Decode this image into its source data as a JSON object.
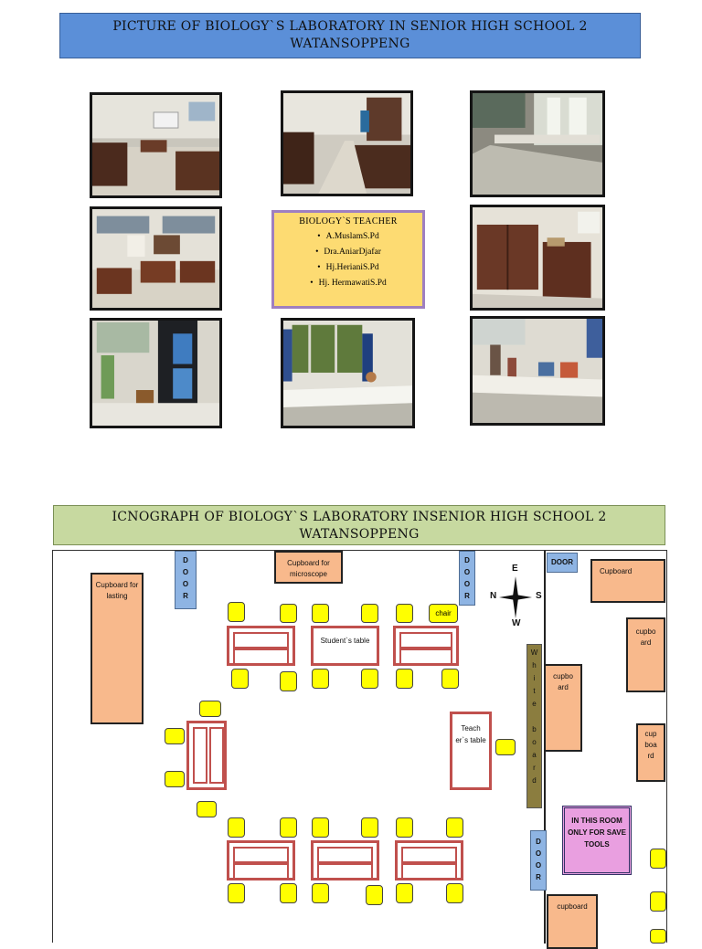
{
  "top_title": "PICTURE OF BIOLOGY`S LABORATORY IN SENIOR HIGH SCHOOL 2 WATANSOPPENG",
  "teachers": {
    "heading": "BIOLOGY`S TEACHER",
    "names": [
      "A.MuslamS.Pd",
      "Dra.AniarDjafar",
      "Hj.HerianiS.Pd",
      "Hj. HermawatiS.Pd"
    ]
  },
  "plan_title": "ICNOGRAPH OF BIOLOGY`S LABORATORY INSENIOR HIGH SCHOOL 2 WATANSOPPENG",
  "plan": {
    "cupboard_lasting": "Cupboard for lasting",
    "cupboard_microscope": "Cupboard for microscope",
    "door_vertical": "D\nO\nO\nR",
    "door_horizontal": "DOOR",
    "cupboard_right_top": "Cupboard",
    "cupboard_right_2": "cupbo ard",
    "cupboard_mid": "cupbo ard",
    "cupboard_right_3": "cup boa rd",
    "cupboard_bottom": "cupboard",
    "chair": "chair",
    "students_table": "Student`s table",
    "teachers_table": "Teach er`s table",
    "whiteboard": "W\nh\ni\nt\ne\n \nb\no\na\nr\nd",
    "tools_room": "IN THIS ROOM ONLY FOR SAVE TOOLS",
    "compass": {
      "n": "N",
      "e": "E",
      "s": "S",
      "w": "W"
    }
  },
  "colors": {
    "top_title_bg": "#5b8fd8",
    "plan_title_bg": "#c7d9a0",
    "teacher_box_bg": "#fddb72",
    "cupboard": "#f8b98c",
    "door": "#8eb4e3",
    "stool": "#ffff00",
    "table_border": "#c0504d",
    "tools_room": "#e99fe0"
  }
}
